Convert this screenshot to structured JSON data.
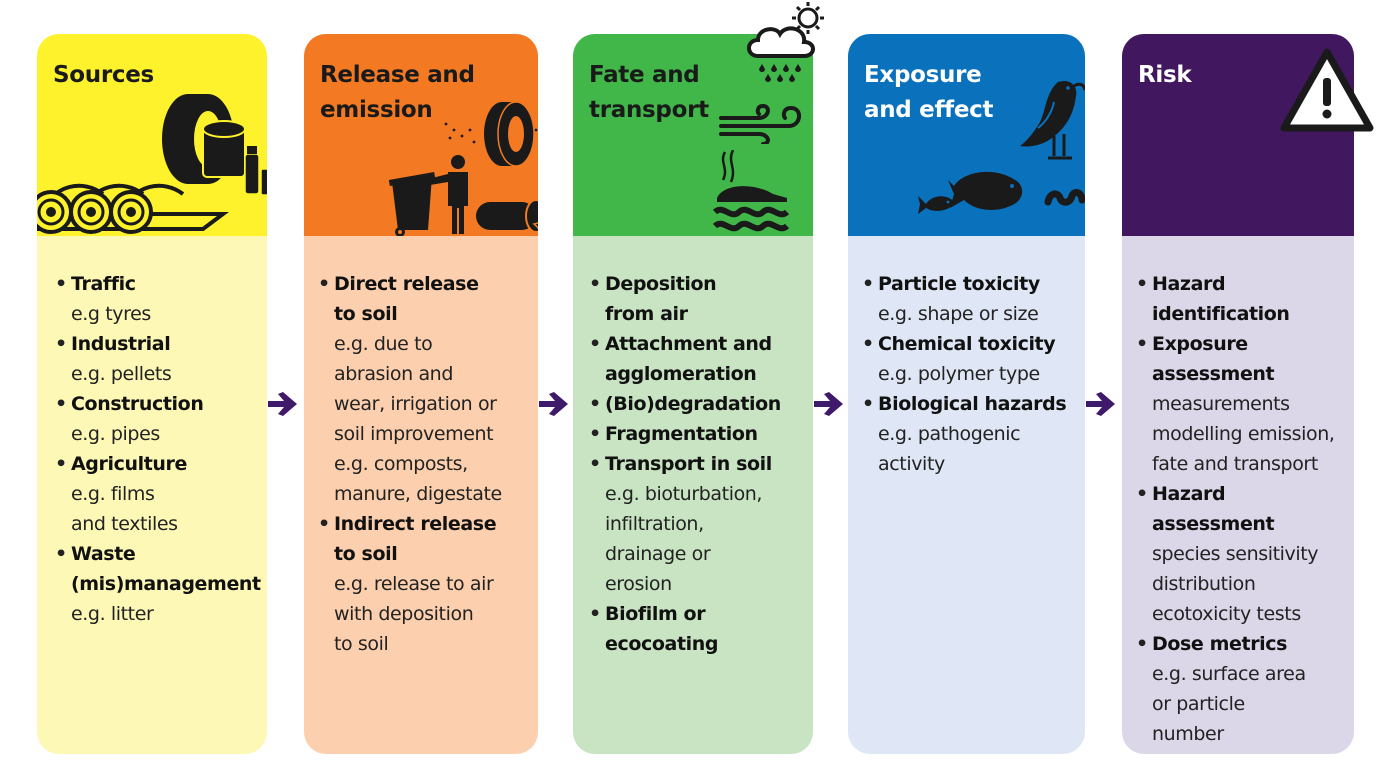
{
  "diagram": {
    "arrow_color": "#3f1a6b",
    "panels": [
      {
        "id": "sources",
        "title": "Sources",
        "header_color": "#fdf22b",
        "body_color": "#fdf8b6",
        "icon": "tyre-paint-rolls-icon",
        "items": [
          {
            "bold": "Traffic",
            "detail": "e.g tyres"
          },
          {
            "bold": "Industrial",
            "detail": "e.g. pellets"
          },
          {
            "bold": "Construction",
            "detail": "e.g. pipes"
          },
          {
            "bold": "Agriculture",
            "detail": "e.g.  films\nand textiles"
          },
          {
            "bold": "Waste\n(mis)management",
            "detail": "e.g. litter"
          }
        ]
      },
      {
        "id": "release",
        "title": "Release and\nemission",
        "header_color": "#f37a23",
        "body_color": "#fcd0ae",
        "icon": "littering-tyre-pipe-icon",
        "items": [
          {
            "bold": "Direct release\nto soil",
            "detail": "e.g. due to\nabrasion and\nwear, irrigation or\nsoil improvement\ne.g. composts,\nmanure, digestate"
          },
          {
            "bold": "Indirect release\nto soil",
            "detail": "e.g. release to air\nwith deposition\nto soil"
          }
        ]
      },
      {
        "id": "fate",
        "title": "Fate and\ntransport",
        "header_color": "#41b649",
        "body_color": "#c9e4c3",
        "icon": "weather-wind-soil-icon",
        "items": [
          {
            "bold": "Deposition\nfrom air",
            "detail": ""
          },
          {
            "bold": "Attachment and\nagglomeration",
            "detail": ""
          },
          {
            "bold": "(Bio)degradation",
            "detail": ""
          },
          {
            "bold": "Fragmentation",
            "detail": ""
          },
          {
            "bold": "Transport in soil",
            "detail": "e.g. bioturbation,\ninfiltration,\ndrainage or\nerosion"
          },
          {
            "bold": "Biofilm or\necocoating",
            "detail": ""
          }
        ]
      },
      {
        "id": "exposure",
        "title": "Exposure\nand effect",
        "header_color": "#0a71bd",
        "body_color": "#dfe6f5",
        "icon": "bird-fish-worm-icon",
        "items": [
          {
            "bold": "Particle toxicity",
            "detail": "e.g. shape or size"
          },
          {
            "bold": "Chemical toxicity",
            "detail": "e.g. polymer type"
          },
          {
            "bold": "Biological hazards",
            "detail": "e.g. pathogenic\nactivity"
          }
        ]
      },
      {
        "id": "risk",
        "title": "Risk",
        "header_color": "#41175f",
        "body_color": "#dcd7e8",
        "icon": "warning-triangle-icon",
        "items": [
          {
            "bold": "Hazard\nidentification",
            "detail": ""
          },
          {
            "bold": "Exposure\nassessment",
            "detail": "measurements\nmodelling emission,\nfate and transport"
          },
          {
            "bold": "Hazard assessment",
            "detail": "species sensitivity\ndistribution\necotoxicity tests"
          },
          {
            "bold": "Dose metrics",
            "detail": "e.g. surface area\nor particle\nnumber"
          }
        ]
      }
    ]
  }
}
